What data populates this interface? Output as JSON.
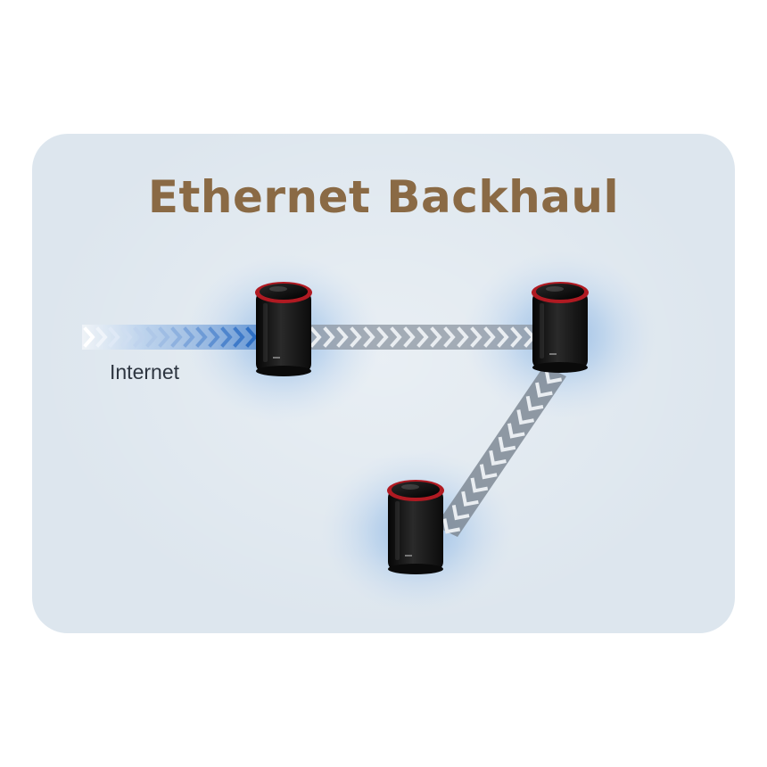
{
  "diagram": {
    "title": "Ethernet Backhaul",
    "internet_label": "Internet",
    "nodes": [
      {
        "id": "primary",
        "role": "main-router"
      },
      {
        "id": "satellite-right",
        "role": "satellite"
      },
      {
        "id": "satellite-bottom",
        "role": "satellite"
      }
    ],
    "links": [
      {
        "from": "internet",
        "to": "primary",
        "kind": "internet"
      },
      {
        "from": "primary",
        "to": "satellite-right",
        "kind": "ethernet"
      },
      {
        "from": "satellite-right",
        "to": "satellite-bottom",
        "kind": "ethernet"
      }
    ]
  },
  "colors": {
    "background_panel": "#dde6ee",
    "title": "#8a6a45",
    "internet_stream": "#3a78c9",
    "ethernet_stream": "#6f7a86",
    "router_body": "#151515",
    "router_ring": "#b01a22",
    "glow": "#8fb4dd"
  },
  "icons": [
    "router-icon",
    "chevron-stream"
  ]
}
